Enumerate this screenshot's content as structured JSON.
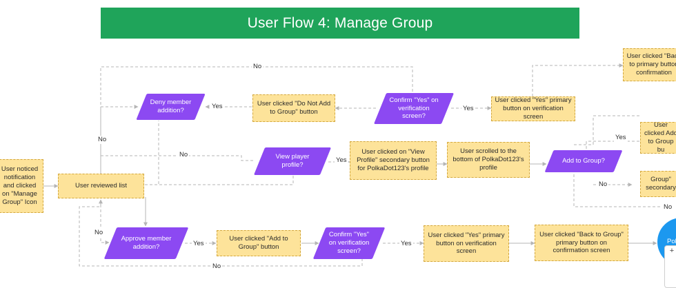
{
  "title": "User Flow 4: Manage Group",
  "colors": {
    "banner": "#1fa45a",
    "decision": "#8c49f2",
    "action": "#fde39a",
    "end": "#1c98ef",
    "connector": "#b5b5b5"
  },
  "nodes": {
    "start": "User noticed notification and clicked on \"Manage Group\" Icon",
    "reviewed": "User reviewed list",
    "deny": "Deny member addition?",
    "do_not_add": "User clicked \"Do Not Add to Group\" button",
    "confirm_top": "Confirm \"Yes\" on verification screen?",
    "yes_primary_top": "User clicked \"Yes\" primary button on verification screen",
    "back_top": "User clicked \"Back to primary button confirmation",
    "view_profile": "View player profile?",
    "view_profile_click": "User clicked on \"View Profile\" secondary button for PolkaDot123's profile",
    "scrolled": "User scrolled to the bottom of PolkaDot123's profile",
    "add_to_group_q": "Add to Group?",
    "right_add": "User clicked Add to Group bu",
    "right_secondary": "Group\" secondary",
    "approve": "Approve member addition?",
    "add_to_group_btn": "User clicked \"Add to Group\" button",
    "confirm_bottom": "Confirm \"Yes\" on verification screen?",
    "yes_primary_bottom": "User clicked \"Yes\" primary button on verification screen",
    "back_bottom": "User clicked \"Back to Group\" primary button on confirmation screen",
    "end": "Polk pla is n"
  },
  "labels": {
    "yes": "Yes",
    "no": "No"
  },
  "zoom": {
    "plus": "+"
  }
}
